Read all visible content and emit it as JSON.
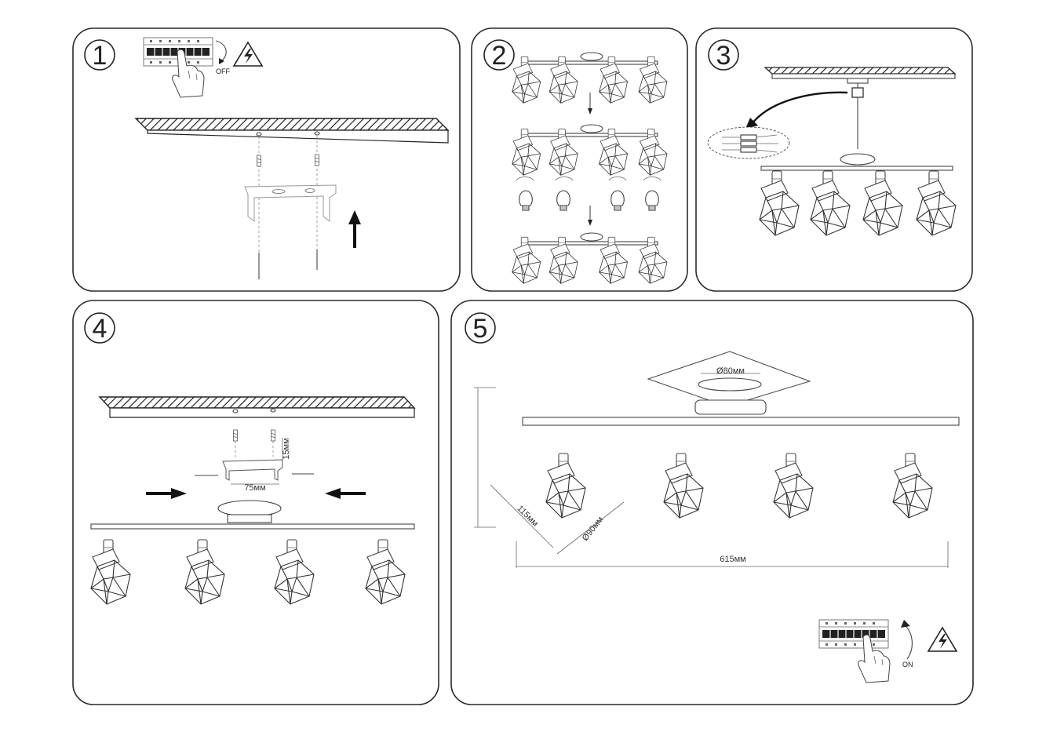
{
  "steps": [
    {
      "number": "1",
      "off_label": "OFF"
    },
    {
      "number": "2"
    },
    {
      "number": "3"
    },
    {
      "number": "4",
      "bracket_width": "75мм",
      "bracket_height": "15мм"
    },
    {
      "number": "5",
      "base_diameter": "Ø80мм",
      "shade_height": "115мм",
      "shade_diameter": "Ø90мм",
      "total_length": "615мм",
      "on_label": "ON"
    }
  ],
  "icons": {
    "hazard": "high-voltage-warning-icon",
    "breaker": "circuit-breaker-icon",
    "hand": "pointing-hand-icon",
    "arrow": "direction-arrow-icon"
  }
}
